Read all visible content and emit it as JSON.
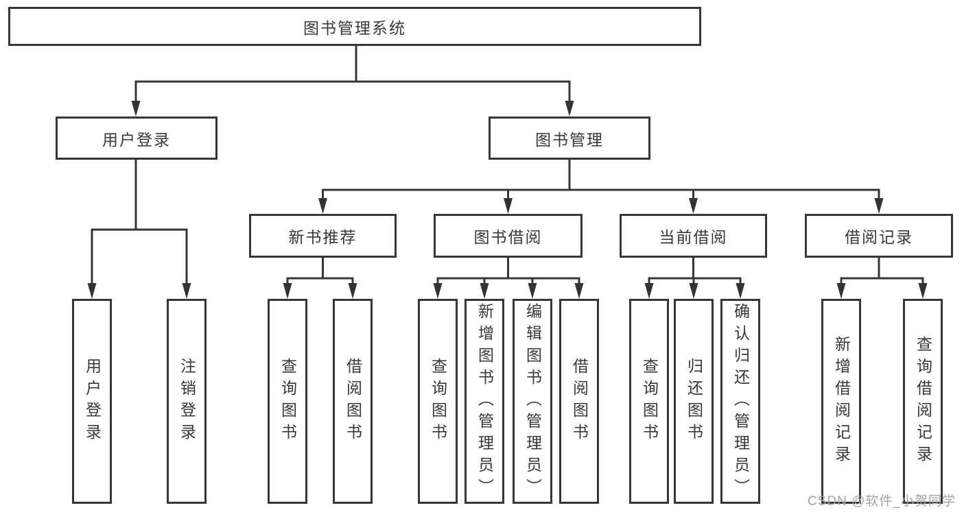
{
  "diagram": {
    "root": "图书管理系统",
    "branches": [
      {
        "label": "用户登录",
        "leaves": [
          "用户登录",
          "注销登录"
        ]
      },
      {
        "label": "图书管理",
        "groups": [
          {
            "label": "新书推荐",
            "leaves": [
              "查询图书",
              "借阅图书"
            ]
          },
          {
            "label": "图书借阅",
            "leaves": [
              "查询图书",
              "新增图书（管理员）",
              "编辑图书（管理员）",
              "借阅图书"
            ]
          },
          {
            "label": "当前借阅",
            "leaves": [
              "查询图书",
              "归还图书",
              "确认归还（管理员）"
            ]
          },
          {
            "label": "借阅记录",
            "leaves": [
              "新增借阅记录",
              "查询借阅记录"
            ]
          }
        ]
      }
    ]
  },
  "watermark": "CSDN @软件_小贺同学",
  "colors": {
    "line": "#363636",
    "text": "#383838",
    "watermark": "#a2a2a2",
    "background": "#ffffff"
  }
}
